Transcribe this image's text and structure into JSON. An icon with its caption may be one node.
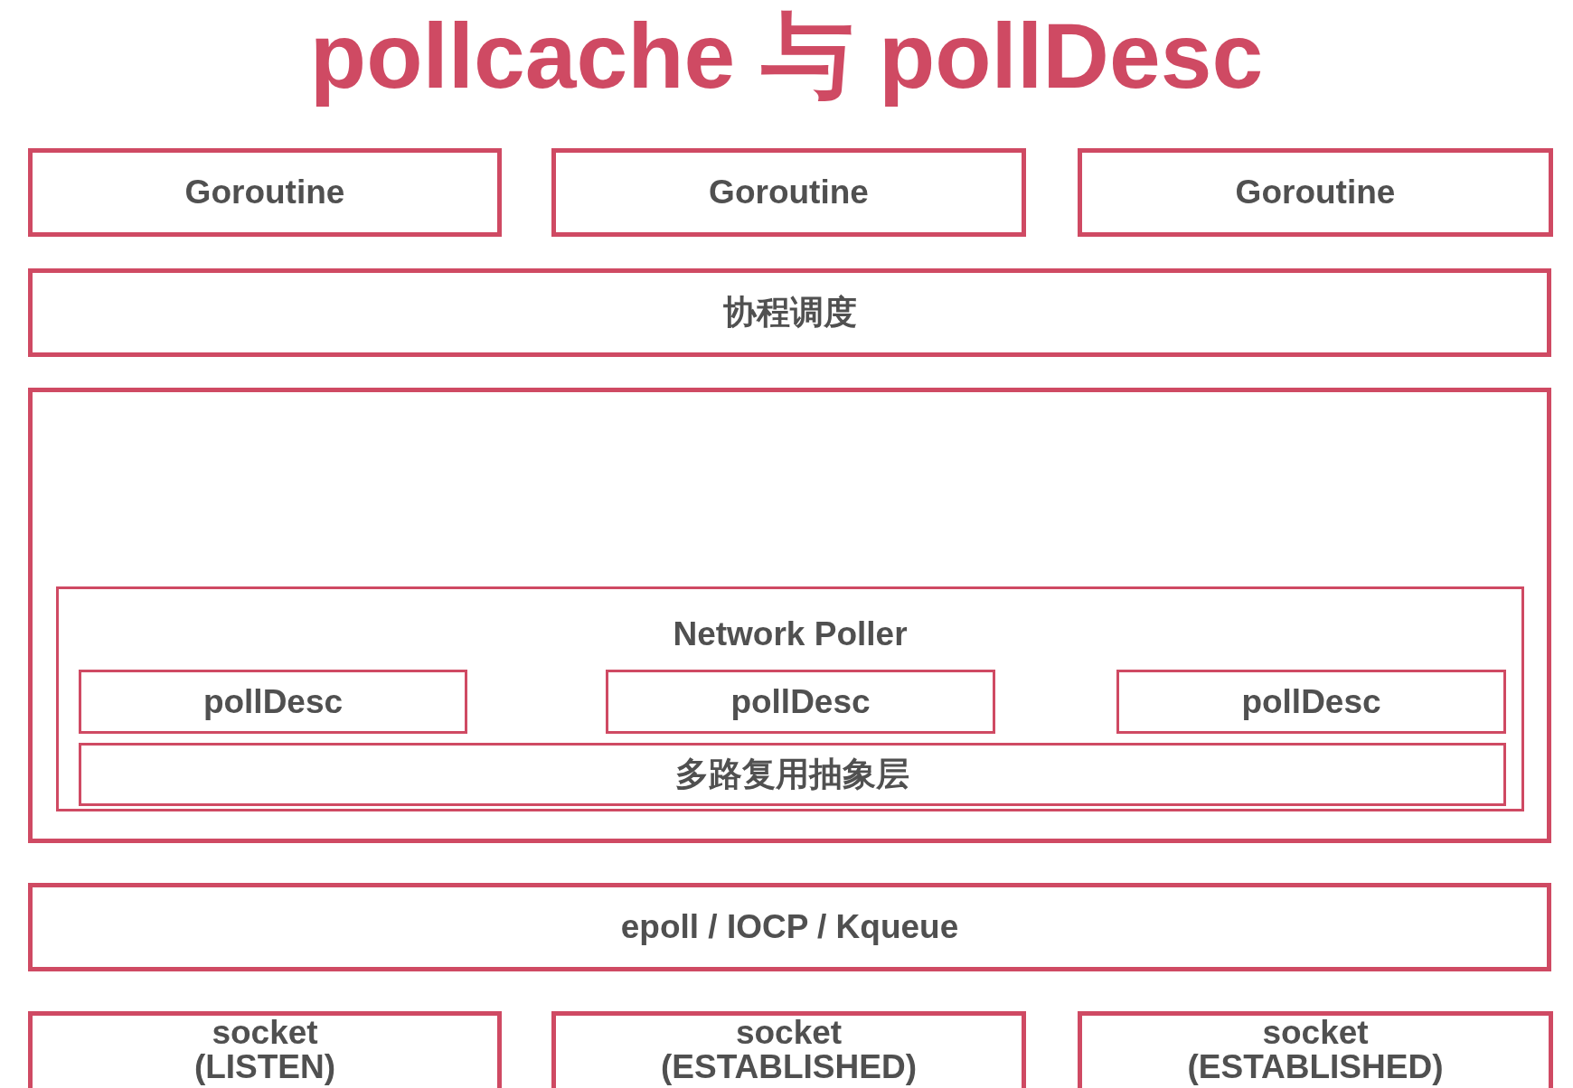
{
  "diagram": {
    "title": "pollcache 与 pollDesc",
    "nodes": [
      {
        "text": [
          "Goroutine"
        ]
      },
      {
        "text": [
          "Goroutine"
        ]
      },
      {
        "text": [
          "Goroutine"
        ]
      },
      {
        "text": [
          "协程调度"
        ]
      },
      {
        "text": [],
        "shape": "box"
      },
      {
        "text": [
          "Network Poller"
        ],
        "in": 4
      },
      {
        "text": [
          "pollDesc"
        ],
        "in": 5
      },
      {
        "text": [
          "pollDesc"
        ],
        "in": 5
      },
      {
        "text": [
          "pollDesc"
        ],
        "in": 5
      },
      {
        "text": [
          "多路复用抽象层"
        ],
        "in": 5
      },
      {
        "text": [
          "epoll / IOCP / Kqueue"
        ]
      },
      {
        "text": [
          "socket (LISTEN)"
        ]
      },
      {
        "text": [
          "socket (ESTABLISHED)"
        ]
      },
      {
        "text": [
          "socket (ESTABLISHED)"
        ]
      }
    ]
  }
}
